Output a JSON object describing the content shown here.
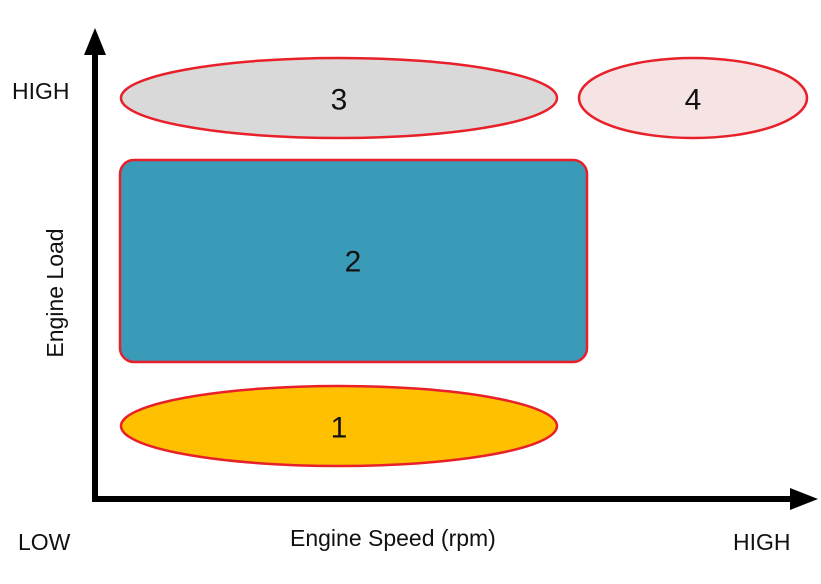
{
  "diagram": {
    "y_axis_title": "Engine Load",
    "x_axis_title": "Engine Speed (rpm)",
    "y_high_label": "HIGH",
    "x_low_label": "LOW",
    "x_high_label": "HIGH"
  },
  "zones": [
    {
      "label": "1",
      "shape": "ellipse",
      "fill": "#FFC000",
      "stroke": "#E8202A"
    },
    {
      "label": "2",
      "shape": "rounded-rectangle",
      "fill": "#3A9BB8",
      "stroke": "#E8202A"
    },
    {
      "label": "3",
      "shape": "ellipse",
      "fill": "#D9D9D9",
      "stroke": "#E8202A"
    },
    {
      "label": "4",
      "shape": "ellipse",
      "fill": "#F6E3E3",
      "stroke": "#E8202A"
    }
  ],
  "colors": {
    "axis": "#000000",
    "outline": "#E8202A"
  }
}
